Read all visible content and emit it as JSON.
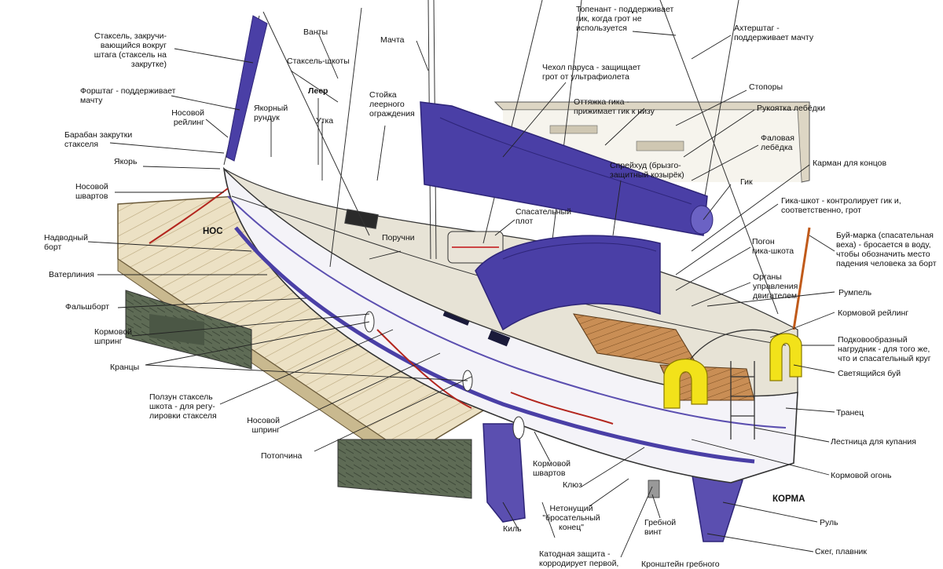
{
  "labels": {
    "staysail_furling": "Стаксель, закручи-\nвающийся вокруг\nштага (стаксель на\nзакрутке)",
    "forestay": "Форштаг - поддерживает\nмачту",
    "bow_pulpit": "Носовой\nрейлинг",
    "furling_drum": "Барабан закрутки\nстакселя",
    "anchor": "Якорь",
    "bow_line": "Носовой\nшвартов",
    "topsides": "Надводный\nборт",
    "waterline": "Ватерлиния",
    "toe_rail": "Фальшборт",
    "stern_spring": "Кормовой\nшпринг",
    "fenders": "Кранцы",
    "jib_car": "Ползун стаксель\nшкота - для регу-\nлировки стакселя",
    "bow_spring": "Носовой\nшпринг",
    "deck_cleat": "Потопчина",
    "keel": "Киль",
    "cathodic": "Катодная защита -\nкорродирует первой,\nзащищая остальные",
    "shrouds": "Ванты",
    "jib_sheets": "Стаксель-шкоты",
    "anchor_locker": "Якорный\nрундук",
    "lifeline": "Леер",
    "cleat": "Утка",
    "stanchion": "Стойка\nлеерного\nограждения",
    "mast": "Мачта",
    "bow_word": "НОС",
    "handrails": "Поручни",
    "liferaft": "Спасательный\nплот",
    "stern_line": "Кормовой\nшвартов",
    "fairlead": "Клюз",
    "heaving_line": "Нетонущий\n\"бросательный\nконец\"",
    "propeller": "Гребной\nвинт",
    "shaft_bracket": "Кронштейн гребного",
    "topping_lift": "Топенант - поддерживает\nгик, когда грот не\nиспользуется",
    "backstay": "Ахтерштаг -\nподдерживает мачту",
    "sail_cover": "Чехол паруса - защищает\nгрот от ультрафиолета",
    "clutches": "Стопоры",
    "boom_vang": "Оттяжка гика -\nприжимает гик к низу",
    "winch_handle": "Рукоятка лебёдки",
    "halyard_winch": "Фаловая\nлебёдка",
    "rope_pocket": "Карман для концов",
    "spray_hood": "Спрейхуд (брызго-\nзащитный козырёк)",
    "boom": "Гик",
    "mainsheet": "Гика-шкот - контролирует гик и,\nсоответственно, грот",
    "traveller": "Погон\nгика-шкота",
    "engine_controls": "Органы\nуправления\nдвигателем",
    "dan_buoy": "Буй-марка (спасательная\nвеха) - бросается в воду,\nчтобы обозначить место\nпадения человека за борт",
    "tiller": "Румпель",
    "stern_pulpit": "Кормовой рейлинг",
    "horseshoe": "Подковообразный\nнагрудник - для того же,\nчто и спасательный круг",
    "light_buoy": "Светящийся буй",
    "transom": "Транец",
    "ladder": "Лестница для купания",
    "stern_light": "Кормовой огонь",
    "stern_word": "КОРМА",
    "rudder": "Руль",
    "skeg": "Скег, плавник"
  },
  "colors": {
    "sail_cover": "#4a3fa6",
    "sail_cover_dark": "#2e2578",
    "keel": "#5b4fb0",
    "hull": "#f4f3f8",
    "deck": "#e7e3d6",
    "teak": "#c8925a",
    "buoy": "#f2e21a",
    "dock": "#e9ddbd",
    "rope": "#b3261e",
    "ink": "#222222"
  }
}
